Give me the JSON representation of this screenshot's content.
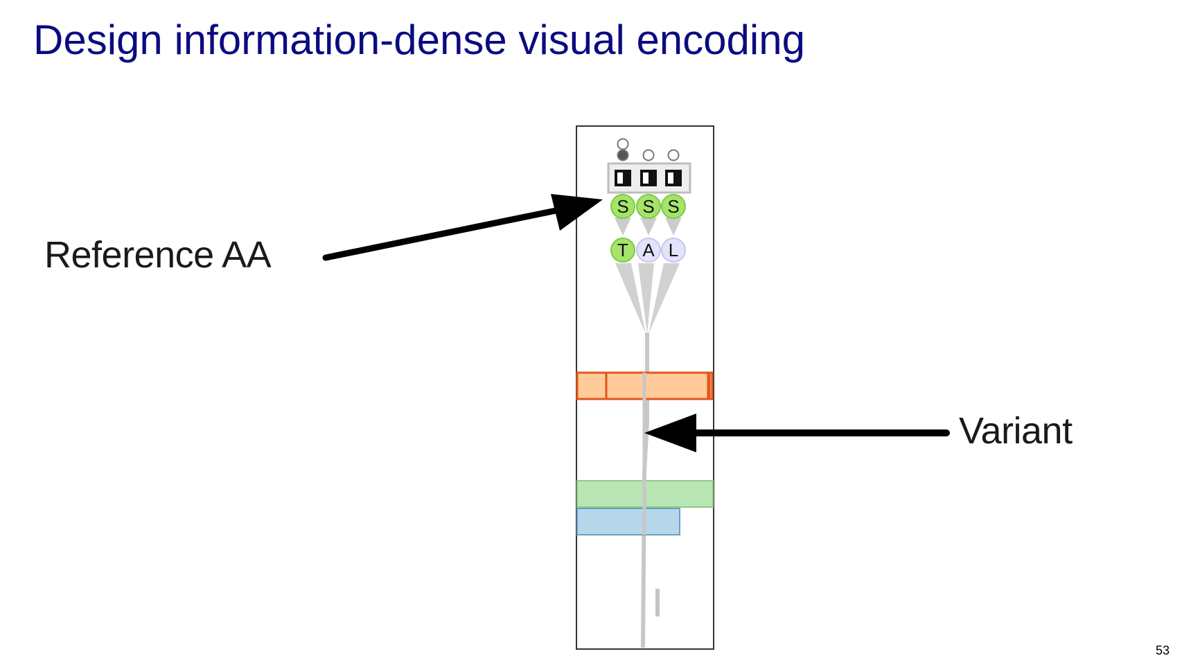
{
  "slide": {
    "title": "Design information-dense visual encoding",
    "page_number": "53"
  },
  "callouts": {
    "reference_label": "Reference AA",
    "variant_label": "Variant"
  },
  "glyph": {
    "aa_row1": [
      "S",
      "S",
      "S"
    ],
    "aa_row2": [
      "T",
      "A",
      "L"
    ]
  },
  "colors": {
    "title": "#0b0b80",
    "arrow": "#000000",
    "match_green": "#a5e36a",
    "mismatch_lavender": "#e3e3fb",
    "bar_orange_fill": "#ffcb9a",
    "bar_orange_stroke": "#e2561b",
    "bar_green_fill": "#b9e4b3",
    "bar_blue_fill": "#b8d6ea",
    "connector_gray": "#cccccc"
  }
}
